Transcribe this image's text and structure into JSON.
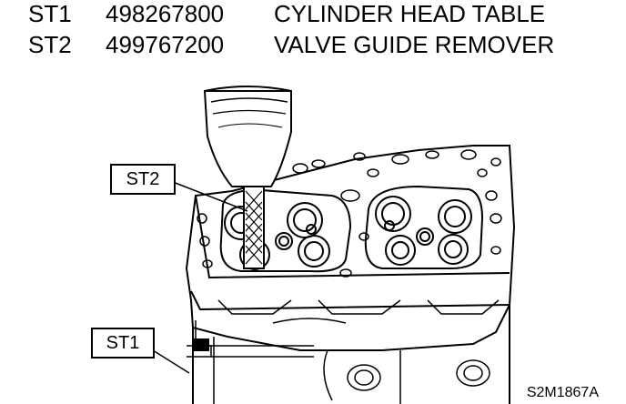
{
  "tools": [
    {
      "code": "ST1",
      "part_number": "498267800",
      "description": "CYLINDER HEAD TABLE"
    },
    {
      "code": "ST2",
      "part_number": "499767200",
      "description": "VALVE GUIDE REMOVER"
    }
  ],
  "callouts": {
    "st2": "ST2",
    "st1": "ST1"
  },
  "figure_id": "S2M1867A"
}
